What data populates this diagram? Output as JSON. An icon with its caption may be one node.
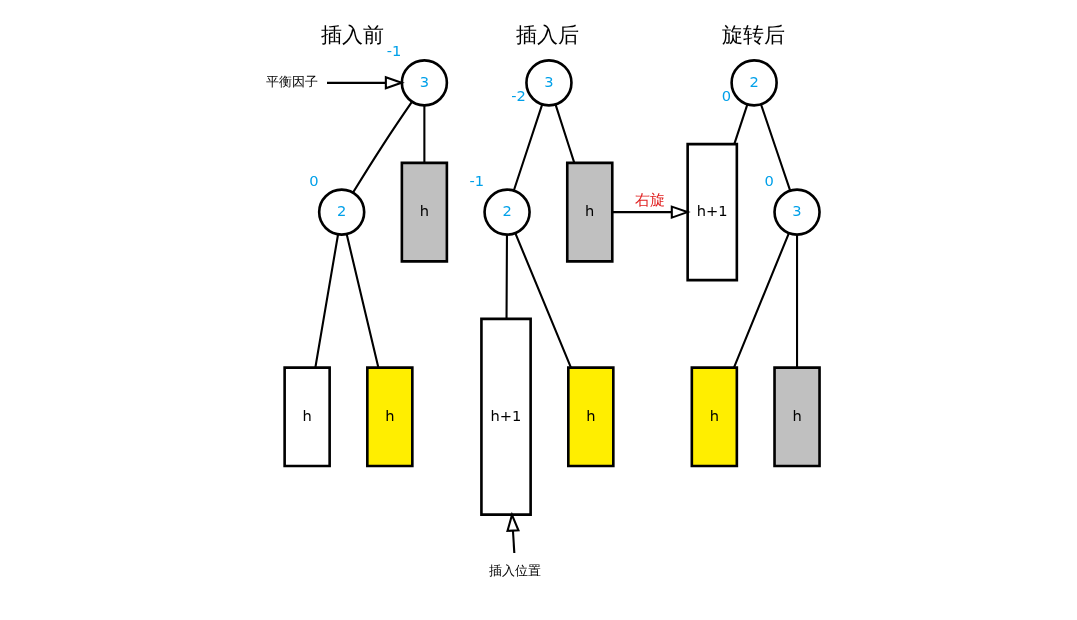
{
  "diagram": {
    "nodes": [
      {
        "text": [
          "3"
        ],
        "beside": [
          "-1"
        ]
      },
      {
        "text": [
          "2"
        ],
        "beside": [
          "0"
        ]
      },
      {
        "text": [
          "h"
        ]
      },
      {
        "text": [
          "h"
        ]
      },
      {
        "text": [
          "h"
        ]
      },
      {
        "text": [
          "3"
        ],
        "beside": [
          "-2"
        ]
      },
      {
        "text": [
          "2"
        ],
        "beside": [
          "-1"
        ]
      },
      {
        "text": [
          "h+1"
        ]
      },
      {
        "text": [
          "h"
        ]
      },
      {
        "text": [
          "h"
        ]
      },
      {
        "text": [
          "2"
        ],
        "beside": [
          "0"
        ]
      },
      {
        "text": [
          "h+1"
        ]
      },
      {
        "text": [
          "3"
        ],
        "beside": [
          "0"
        ]
      },
      {
        "text": [
          "h"
        ]
      },
      {
        "text": [
          "h"
        ]
      },
      {
        "text": [
          "平衡因子"
        ]
      },
      {
        "text": [
          "插入位置"
        ]
      }
    ],
    "edges": [
      {
        "from": 0,
        "to": 1,
        "arrow": "none"
      },
      {
        "from": 0,
        "to": 4,
        "arrow": "none"
      },
      {
        "from": 1,
        "to": 2,
        "arrow": "none"
      },
      {
        "from": 1,
        "to": 3,
        "arrow": "none"
      },
      {
        "from": 5,
        "to": 6,
        "arrow": "none"
      },
      {
        "from": 5,
        "to": 9,
        "arrow": "none"
      },
      {
        "from": 6,
        "to": 7,
        "arrow": "none"
      },
      {
        "from": 6,
        "to": 8,
        "arrow": "none"
      },
      {
        "from": 10,
        "to": 11,
        "arrow": "none"
      },
      {
        "from": 10,
        "to": 12,
        "arrow": "none"
      },
      {
        "from": 12,
        "to": 13,
        "arrow": "none"
      },
      {
        "from": 12,
        "to": 14,
        "arrow": "none"
      },
      {
        "from": 15,
        "to": 0,
        "arrow": "to"
      },
      {
        "from": 16,
        "to": 7,
        "arrow": "to"
      },
      {
        "from": 9,
        "to": 11,
        "arrow": "to",
        "label": "右旋"
      }
    ],
    "labels": [
      "插入前",
      "插入后",
      "旋转后"
    ]
  }
}
